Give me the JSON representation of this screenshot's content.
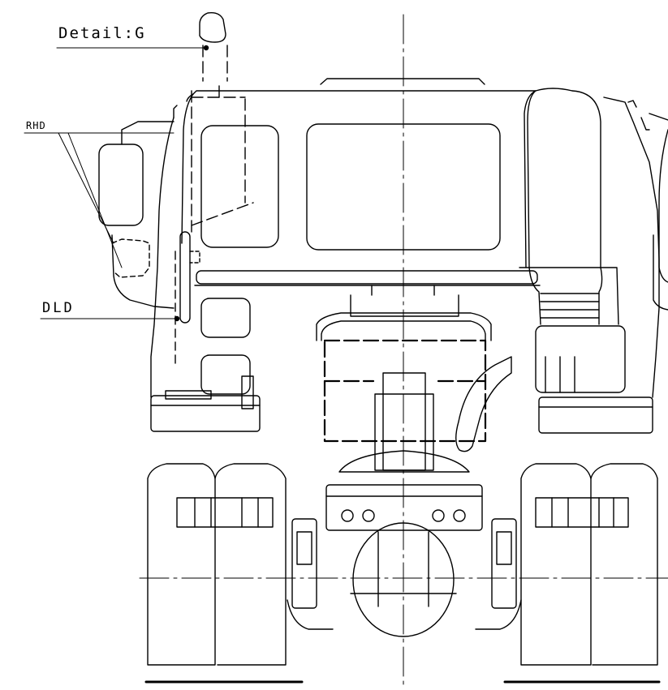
{
  "labels": {
    "detail": "Detail:G",
    "rhd": "RHD",
    "dld": "DLD"
  },
  "colors": {
    "line": "#000000",
    "background": "#ffffff"
  }
}
